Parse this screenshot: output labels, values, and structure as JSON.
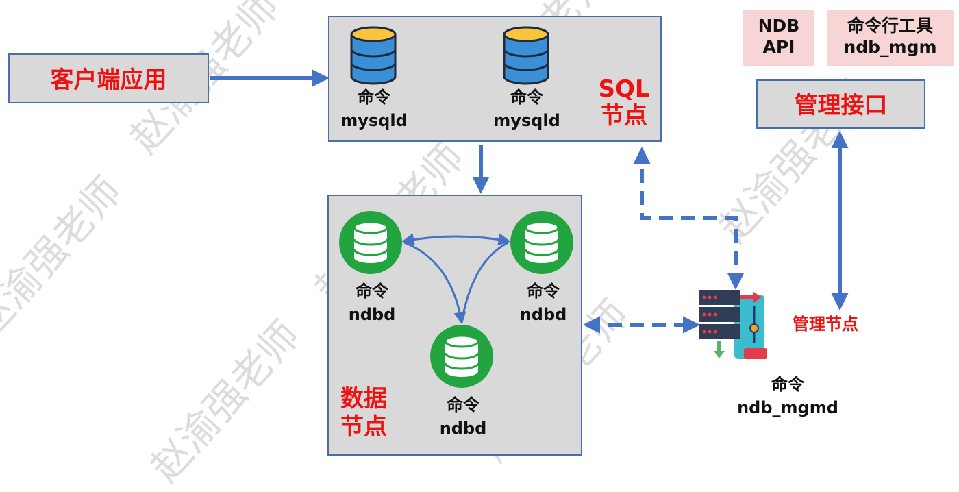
{
  "client": {
    "label": "客户端应用"
  },
  "sql_node": {
    "title": "SQL\n节点",
    "nodes": [
      {
        "cmd": "命令",
        "name": "mysqld"
      },
      {
        "cmd": "命令",
        "name": "mysqld"
      }
    ]
  },
  "data_node": {
    "title": "数据\n节点",
    "nodes": [
      {
        "cmd": "命令",
        "name": "ndbd"
      },
      {
        "cmd": "命令",
        "name": "ndbd"
      },
      {
        "cmd": "命令",
        "name": "ndbd"
      }
    ]
  },
  "api_tags": [
    {
      "label": "NDB\nAPI"
    },
    {
      "label": "命令行工具\nndb_mgm"
    }
  ],
  "mgmt_interface": {
    "label": "管理接口"
  },
  "mgmt_node": {
    "label": "管理节点",
    "cmd": "命令",
    "name": "ndb_mgmd"
  },
  "watermark": "赵渝强老师",
  "colors": {
    "box_fill": "#d9d9d9",
    "box_border": "#4a6fa8",
    "arrow": "#4472c4",
    "accent": "#ee1111",
    "db_blue": "#3a8fd6",
    "db_green": "#22a540",
    "tag_pink": "#f8d5d5"
  }
}
